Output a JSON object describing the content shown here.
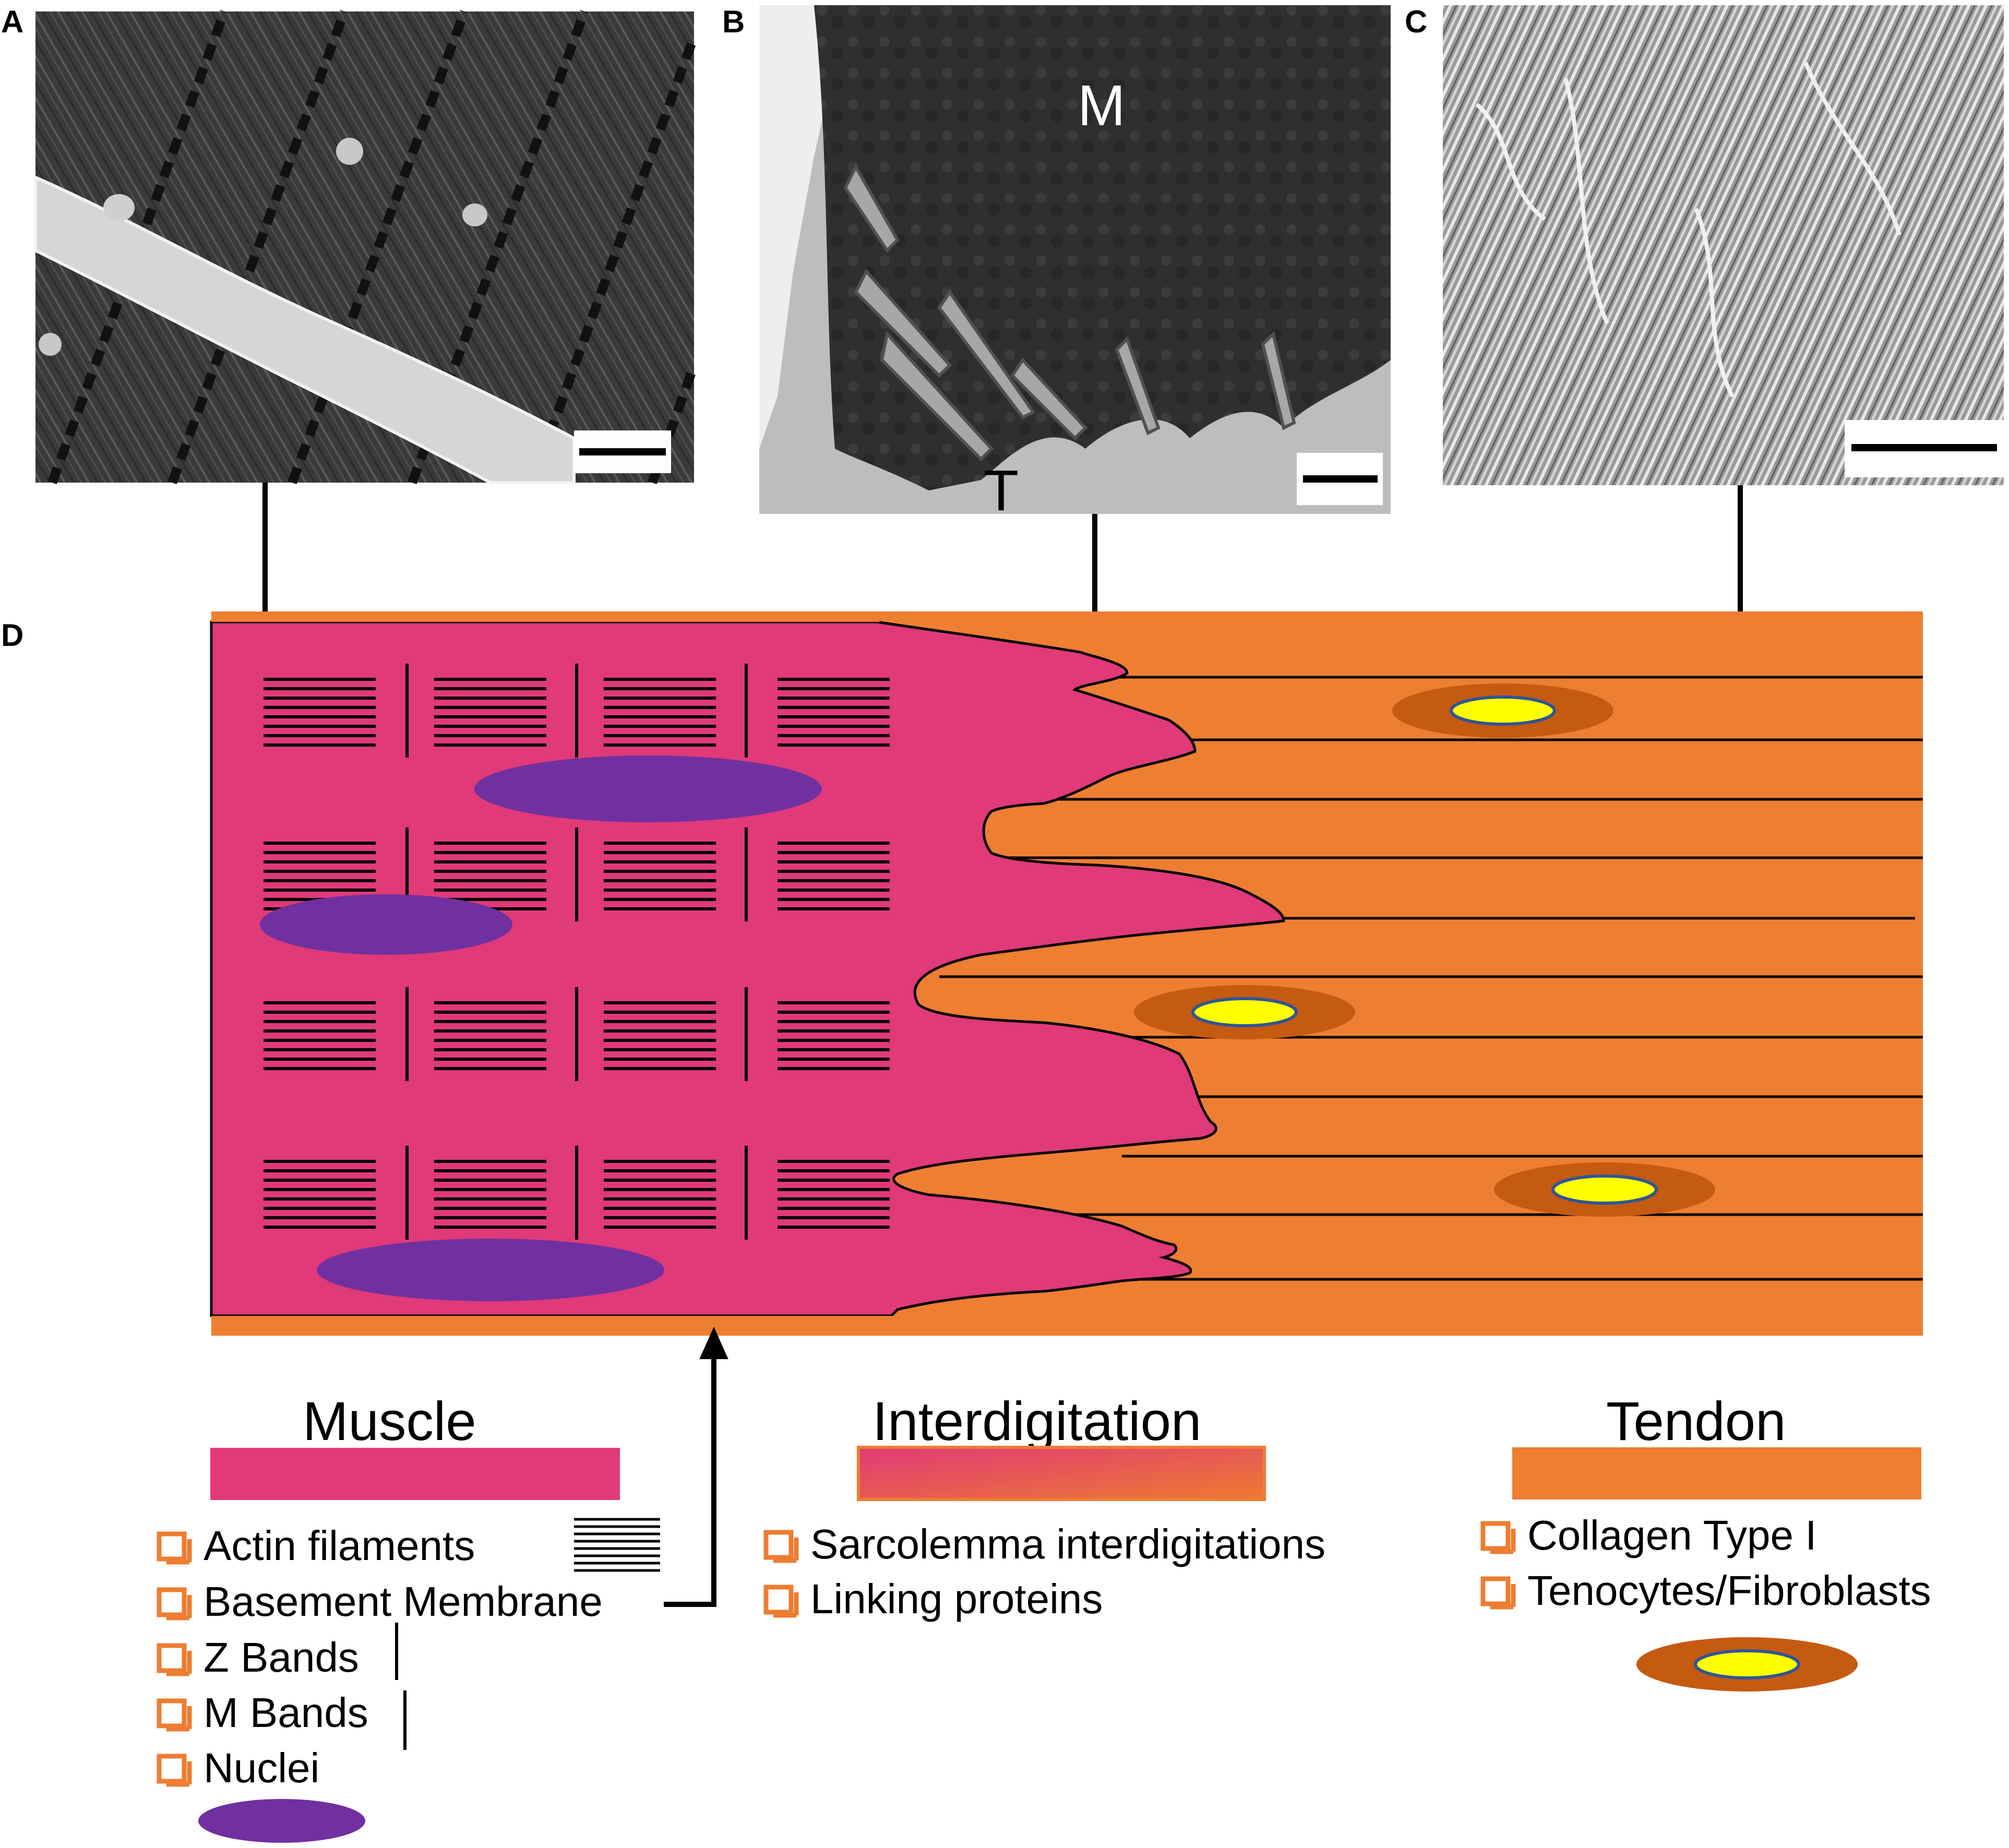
{
  "panels": {
    "a": "A",
    "b": "B",
    "c": "C",
    "d": "D"
  },
  "micrograph_labels": {
    "muscle": "M",
    "tendon": "T"
  },
  "regions": {
    "muscle": {
      "title": "Muscle",
      "color": "#e03a78",
      "items": [
        "Actin filaments",
        "Basement Membrane",
        "Z Bands",
        "M Bands",
        "Nuclei"
      ]
    },
    "interdigitation": {
      "title": "Interdigitation",
      "color_start": "#e03a78",
      "color_end": "#ee7a30",
      "items": [
        "Sarcolemma interdigitations",
        "Linking proteins"
      ]
    },
    "tendon": {
      "title": "Tendon",
      "color": "#ee7e32",
      "items": [
        "Collagen Type I",
        "Tenocytes/Fibroblasts"
      ]
    }
  },
  "colors": {
    "nucleus": "#7030a0",
    "tenocyte_outer": "#c55a11",
    "tenocyte_inner": "#ffff00",
    "checkbox": "#ed7d31",
    "tendon_border": "#ee7e32"
  },
  "icons": [
    "checkbox-icon",
    "actin-filaments-icon",
    "nucleus-icon",
    "tenocyte-icon",
    "scale-bar-icon"
  ]
}
